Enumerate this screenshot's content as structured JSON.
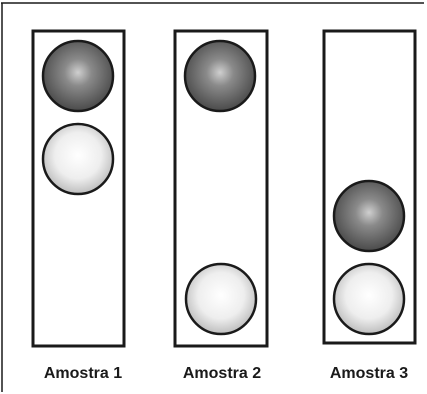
{
  "samples": [
    {
      "label": "Amostra 1",
      "dark_ball": "top",
      "light_ball": "top"
    },
    {
      "label": "Amostra 2",
      "dark_ball": "top",
      "light_ball": "bottom"
    },
    {
      "label": "Amostra 3",
      "dark_ball": "bottom",
      "light_ball": "bottom"
    }
  ],
  "colors": {
    "outline": "#1a1a1a",
    "dark_ball_highlight": "#c8c8c8",
    "dark_ball_mid": "#8a8a8a",
    "dark_ball_edge": "#4a4a4a",
    "light_ball_highlight": "#ffffff",
    "light_ball_edge": "#bdbdbd"
  }
}
